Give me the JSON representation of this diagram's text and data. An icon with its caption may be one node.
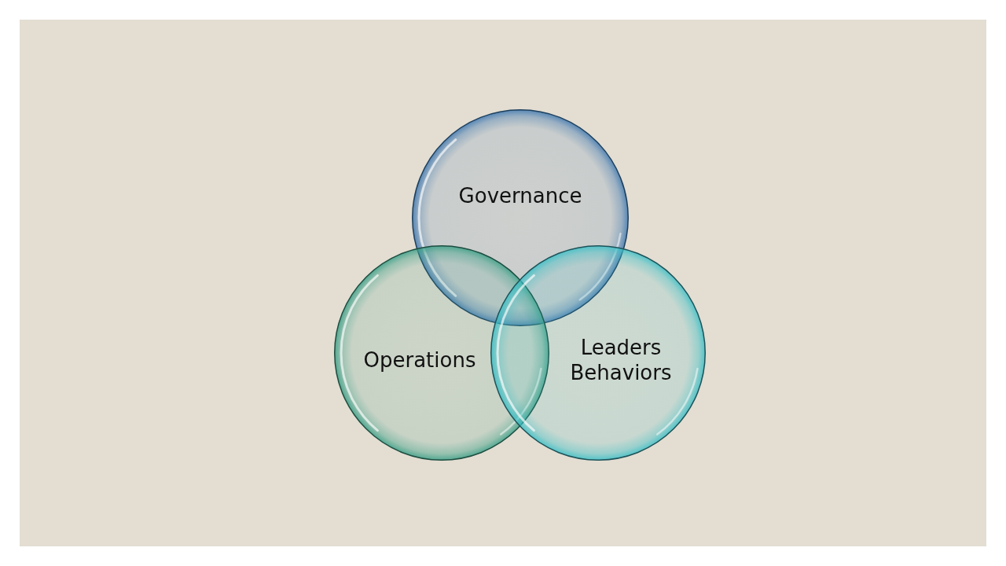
{
  "diagram": {
    "nodes": [
      {
        "text": [
          "Governance"
        ]
      },
      {
        "text": [
          "Operations"
        ]
      },
      {
        "text": [
          "Leaders Behaviors"
        ]
      }
    ]
  }
}
